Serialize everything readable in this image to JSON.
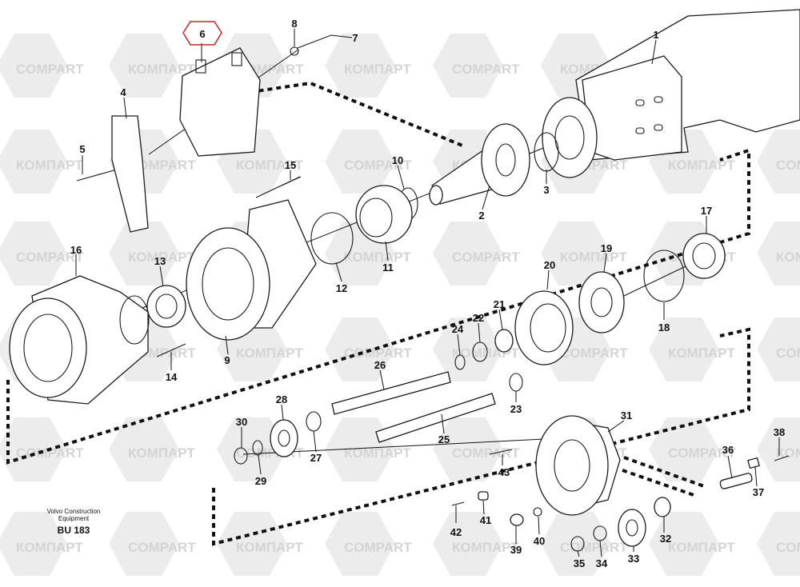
{
  "watermark": {
    "latin": "COMPART",
    "cyrillic": "КОМПАРТ",
    "color": "#d4d4d4"
  },
  "brand": {
    "line1": "Volvo Construction",
    "line2": "Equipment",
    "code": "BU 183"
  },
  "highlight": {
    "part": "6",
    "color": "#cc2222"
  },
  "callouts": [
    "1",
    "2",
    "3",
    "4",
    "5",
    "6",
    "7",
    "8",
    "9",
    "10",
    "11",
    "12",
    "13",
    "14",
    "15",
    "16",
    "17",
    "18",
    "19",
    "20",
    "21",
    "22",
    "23",
    "24",
    "25",
    "26",
    "27",
    "28",
    "29",
    "30",
    "31",
    "32",
    "33",
    "34",
    "35",
    "36",
    "37",
    "38",
    "39",
    "40",
    "41",
    "42",
    "43"
  ]
}
